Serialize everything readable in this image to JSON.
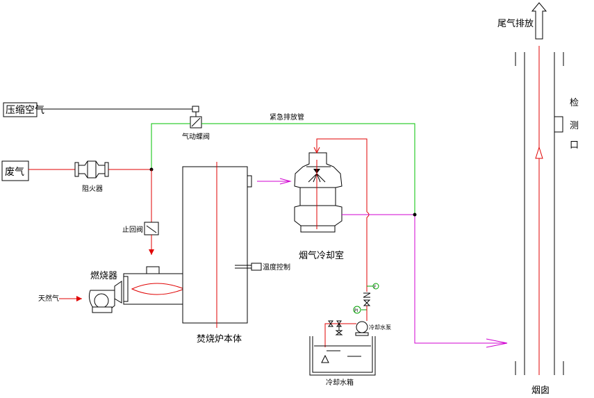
{
  "labels": {
    "compressed_air": "压缩空气",
    "waste_gas": "废气",
    "flame_arrester": "阻火器",
    "pneumatic_valve": "气动蝶阀",
    "emergency_pipe": "紧急排放管",
    "check_valve": "止回阀",
    "burner": "燃烧器",
    "natural_gas": "天然气",
    "incinerator_body": "焚烧炉本体",
    "temp_control": "温度控制",
    "flue_cooling_room": "烟气冷却室",
    "cooling_pump": "冷却水泵",
    "cooling_tank": "冷却水箱",
    "chimney": "烟囱",
    "tail_gas_discharge": "尾气排放",
    "detection_port": [
      "检",
      "测",
      "口"
    ],
    "pressure_gauge": "PI",
    "flow_indicator": "F"
  },
  "colors": {
    "waste_gas_line": "#e00000",
    "emergency_line": "#00c000",
    "flue_line": "#d000d0",
    "outline": "#000000"
  }
}
